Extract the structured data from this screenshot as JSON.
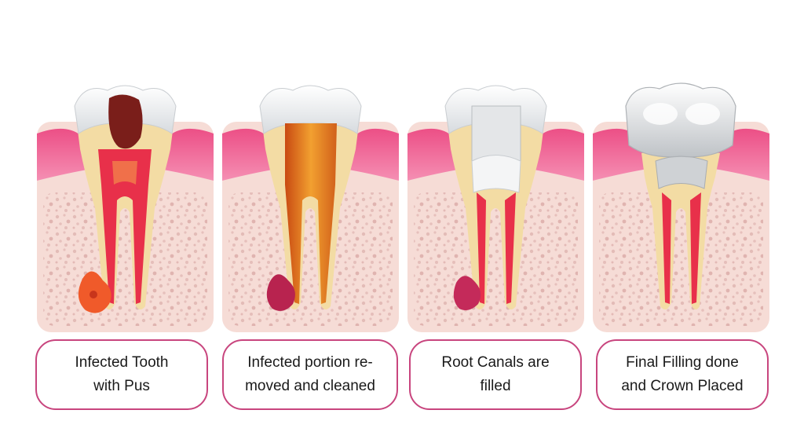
{
  "steps": [
    {
      "line1": "Infected Tooth",
      "line2": "with Pus"
    },
    {
      "line1": "Infected portion re-",
      "line2": "moved and cleaned"
    },
    {
      "line1": "Root Canals are",
      "line2": "filled"
    },
    {
      "line1": "Final Filling done",
      "line2": "and Crown Placed"
    }
  ],
  "colors": {
    "gum": "#ef5a8e",
    "gum_light": "#f7b6cc",
    "bone": "#f6dcd6",
    "bone_speckle": "#d9a9a6",
    "dentin": "#f3dca4",
    "enamel": "#eef1f3",
    "pulp": "#e8304a",
    "decay": "#7a1e1a",
    "abscess": "#f05a2a",
    "abscess_dark": "#b8234f",
    "cleaned": "#e07a1c",
    "filling": "#e4e6e8",
    "crown": "#dcdfe2",
    "caption_border": "#c8457e"
  }
}
